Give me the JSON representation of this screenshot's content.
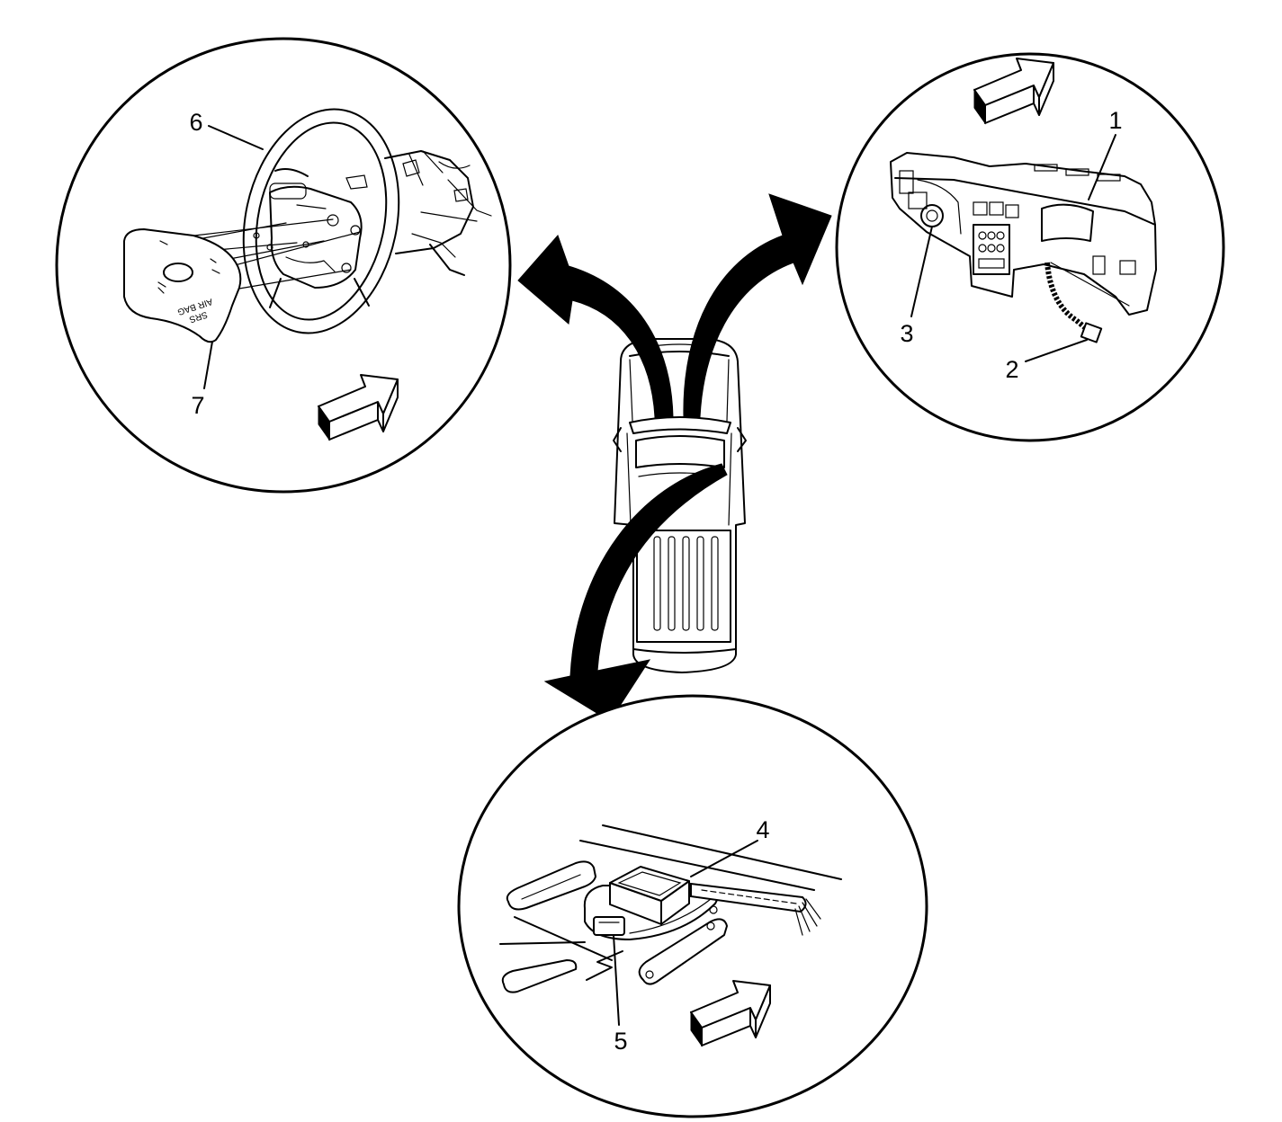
{
  "left_view": {
    "callouts": [
      "6",
      "7"
    ],
    "module_marking": [
      "SRS",
      "AIR BAG"
    ]
  },
  "right_view": {
    "callouts": [
      "1",
      "3",
      "2"
    ]
  },
  "bottom_view": {
    "callouts": [
      "4",
      "5"
    ]
  }
}
